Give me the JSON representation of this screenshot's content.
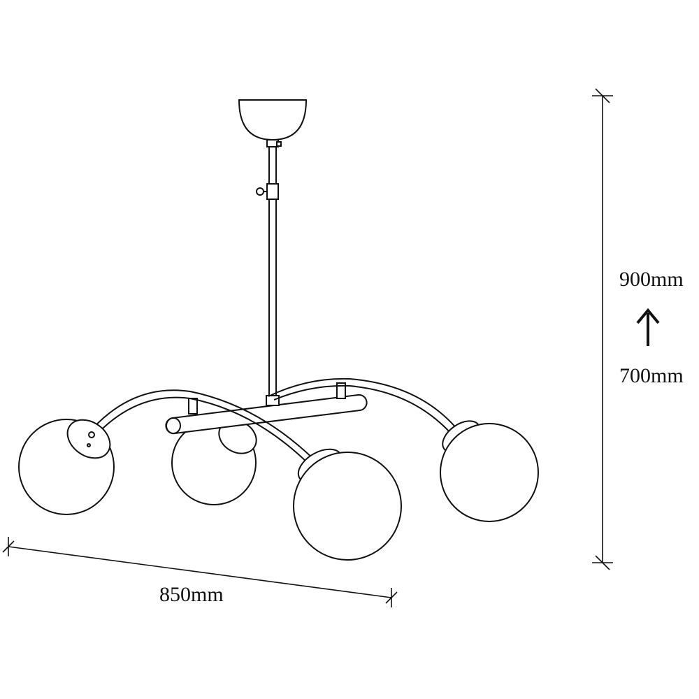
{
  "dimensions": {
    "width": "850mm",
    "height_max": "900mm",
    "height_min": "700mm"
  },
  "icons": {
    "height_adjust": "up-arrow-icon"
  }
}
